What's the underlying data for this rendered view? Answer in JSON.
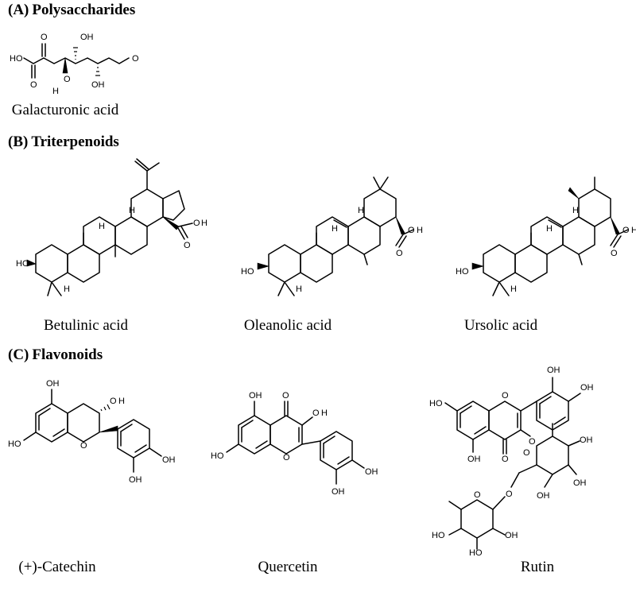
{
  "sections": {
    "a": {
      "letter": "(A)",
      "title": "Polysaccharides"
    },
    "b": {
      "letter": "(B)",
      "title": "Triterpenoids"
    },
    "c": {
      "letter": "(C)",
      "title": "Flavonoids"
    }
  },
  "compounds": {
    "galacturonic": {
      "name": "Galacturonic acid"
    },
    "betulinic": {
      "name": "Betulinic acid"
    },
    "oleanolic": {
      "name": "Oleanolic acid"
    },
    "ursolic": {
      "name": "Ursolic acid"
    },
    "catechin": {
      "name": "(+)-Catechin"
    },
    "quercetin": {
      "name": "Quercetin"
    },
    "rutin": {
      "name": "Rutin"
    }
  },
  "atoms": {
    "hydroxyl": "HO",
    "oxygen": "O",
    "hydrogen": "H",
    "hydroxyl_right": "OH"
  }
}
